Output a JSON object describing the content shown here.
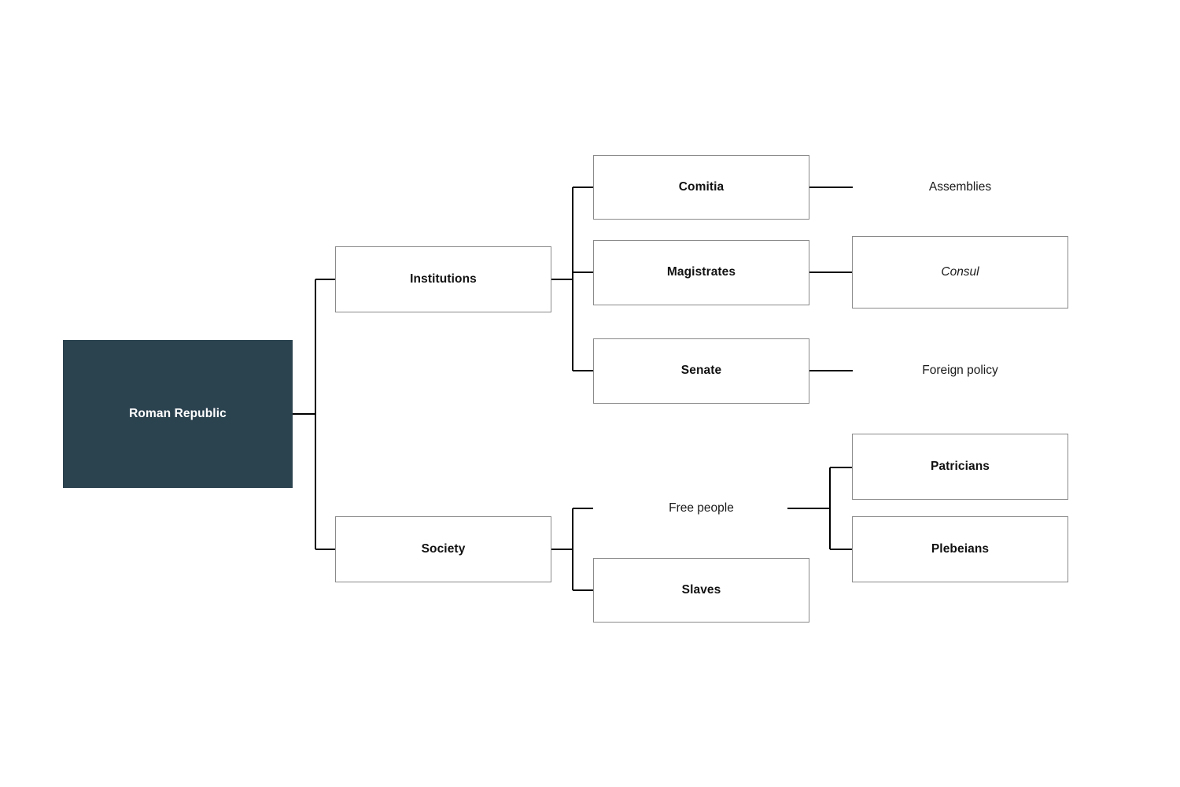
{
  "diagram": {
    "type": "hierarchy-tree",
    "orientation": "left-to-right",
    "background_color": "#ffffff",
    "root_fill_color": "#2b424f",
    "root_text_color": "#ffffff",
    "box_border_color": "#8a8a8a",
    "connector_color": "#000000",
    "nodes": {
      "root": {
        "label": "Roman Republic",
        "style": "filled-box"
      },
      "institutions": {
        "label": "Institutions",
        "style": "outlined-box"
      },
      "society": {
        "label": "Society",
        "style": "outlined-box"
      },
      "comitia": {
        "label": "Comitia",
        "style": "outlined-box"
      },
      "magistrates": {
        "label": "Magistrates",
        "style": "outlined-box"
      },
      "senate": {
        "label": "Senate",
        "style": "outlined-box"
      },
      "assemblies": {
        "label": "Assemblies",
        "style": "plain-text"
      },
      "consul": {
        "label": "Consul",
        "style": "outlined-box-italic"
      },
      "foreign_policy": {
        "label": "Foreign policy",
        "style": "plain-text"
      },
      "free_people": {
        "label": "Free people",
        "style": "plain-text"
      },
      "slaves": {
        "label": "Slaves",
        "style": "outlined-box"
      },
      "patricians": {
        "label": "Patricians",
        "style": "outlined-box"
      },
      "plebeians": {
        "label": "Plebeians",
        "style": "outlined-box"
      }
    },
    "edges": [
      {
        "from": "root",
        "to": "institutions"
      },
      {
        "from": "root",
        "to": "society"
      },
      {
        "from": "institutions",
        "to": "comitia"
      },
      {
        "from": "institutions",
        "to": "magistrates"
      },
      {
        "from": "institutions",
        "to": "senate"
      },
      {
        "from": "comitia",
        "to": "assemblies"
      },
      {
        "from": "magistrates",
        "to": "consul"
      },
      {
        "from": "senate",
        "to": "foreign_policy"
      },
      {
        "from": "society",
        "to": "free_people"
      },
      {
        "from": "society",
        "to": "slaves"
      },
      {
        "from": "free_people",
        "to": "patricians"
      },
      {
        "from": "free_people",
        "to": "plebeians"
      }
    ]
  }
}
